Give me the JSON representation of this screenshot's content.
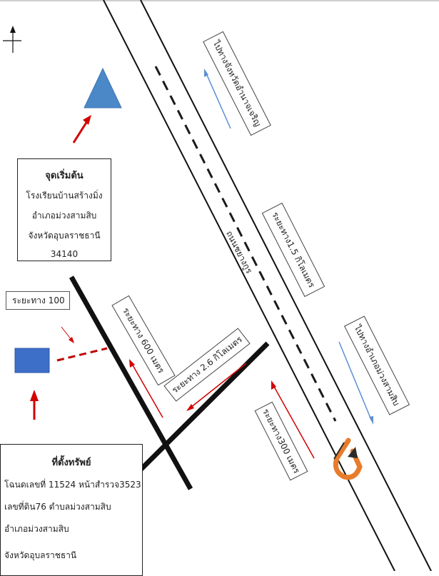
{
  "colors": {
    "road_black": "#111111",
    "dash": "#1a1a1a",
    "arrow_red": "#d40000",
    "arrow_blue": "#5b8fd4",
    "triangle_blue": "#4a88c8",
    "square_blue": "#3d6fc8",
    "uturn_orange": "#e87c2c",
    "box_border": "#333333"
  },
  "icons": {
    "north": "north-arrow-icon",
    "start": "triangle-marker-icon",
    "property": "square-marker-icon",
    "uturn": "u-turn-icon"
  },
  "start": {
    "title": "จุดเริ่มต้น",
    "line1": "โรงเรียนบ้านสร้างมิ่ง",
    "line2": "อำเภอม่วงสามสิบ",
    "line3": "จังหวัดอุบลราชธานี",
    "line4": "34140"
  },
  "property": {
    "title": "ที่ตั้งทรัพย์",
    "line1": "โฉนดเลขที่ 11524 หน้าสำรวจ3523",
    "line2": "เลขที่ดิน76  ตำบลม่วงสามสิบ",
    "line3": "อำเภอม่วงสามสิบ",
    "line4": "จังหวัดอุบลราชธานี"
  },
  "labels": {
    "dist_100": "ระยะทาง 100",
    "dist_600": "ระยะทาง 600 เมตร",
    "dist_2_6": "ระยะทาง 2.6 กิโลเมตร",
    "dist_300": "ระยะทาง300 เมตร",
    "dist_1_5": "ระยะทาง1.5 กิโลเมตร",
    "to_amnat": "ไปทางจังหวัดอำนาจเจริญ",
    "to_muang": "ไปทางอำเภอม่วงสามสิบ",
    "road_name": "ถนนชยางกูร"
  }
}
